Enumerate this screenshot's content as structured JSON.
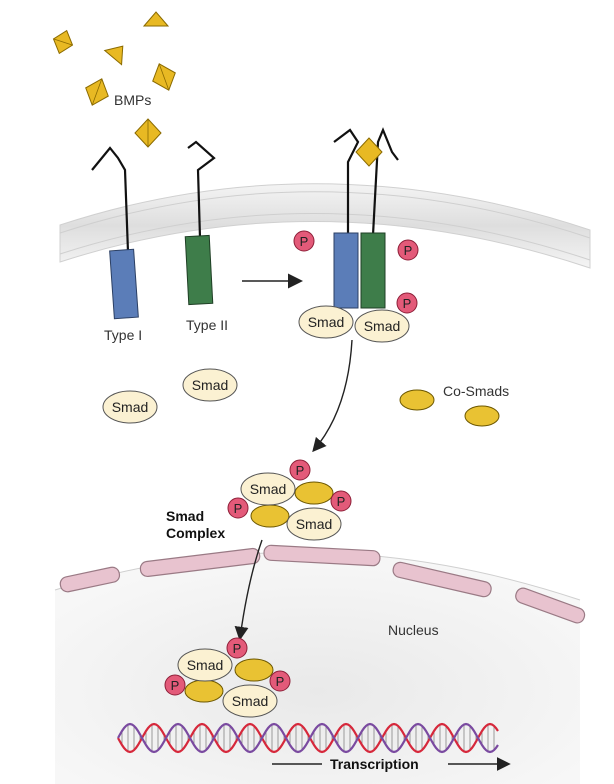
{
  "labels": {
    "bmps": "BMPs",
    "type1": "Type I",
    "type2": "Type II",
    "smad": "Smad",
    "p": "P",
    "cosmads": "Co-Smads",
    "complex_line1": "Smad",
    "complex_line2": "Complex",
    "nucleus": "Nucleus",
    "transcription": "Transcription"
  },
  "colors": {
    "bmp": "#E8B923",
    "bmp_stroke": "#8A6A00",
    "type1_receptor": "#5B7DB8",
    "type2_receptor": "#3E7D4A",
    "smad_fill": "#FBF1D2",
    "co_smad_fill": "#E9C233",
    "phosphate_fill": "#E35A79",
    "membrane": "#E3E3E3",
    "nuclear_envelope": "#E8C3CF",
    "nucleus_fill": "#ECECEC",
    "dna_red": "#D6283B",
    "dna_blue": "#7A4AA0"
  },
  "icons": {
    "ligand": "bmp-diamond",
    "phosphate": "phosphate-circle"
  }
}
